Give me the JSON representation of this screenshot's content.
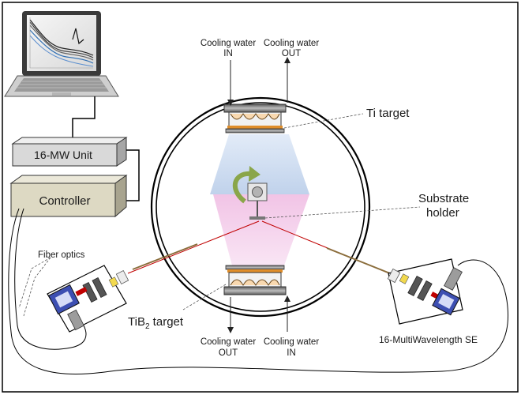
{
  "labels": {
    "cooling_top_in_1": "Cooling water",
    "cooling_top_in_2": "IN",
    "cooling_top_out_1": "Cooling water",
    "cooling_top_out_2": "OUT",
    "cooling_bot_out_1": "Cooling water",
    "cooling_bot_out_2": "OUT",
    "cooling_bot_in_1": "Cooling water",
    "cooling_bot_in_2": "IN",
    "ti_target": "Ti target",
    "substrate_1": "Substrate",
    "substrate_2": "holder",
    "tib2_base": "TiB",
    "tib2_sub": "2",
    "tib2_rest": " target",
    "fiber_optics": "Fiber optics",
    "mw_unit": "16-MW Unit",
    "controller": "Controller",
    "multiwavelength_se": "16-MultiWavelength SE"
  },
  "colors": {
    "frame": "#000000",
    "controller_fill": "#ddd9c3",
    "unit_fill": "#d9d9d9",
    "blue_plume": "#c6d9f1",
    "pink_plume": "#f2c4e8",
    "laser": "#c00000",
    "rotation_arrow": "#7f9f3f"
  },
  "icons": [
    "laptop-icon",
    "rotation-arrow-icon",
    "ellipsometer-source-icon",
    "ellipsometer-detector-icon",
    "magnetron-top-icon",
    "magnetron-bottom-icon"
  ]
}
